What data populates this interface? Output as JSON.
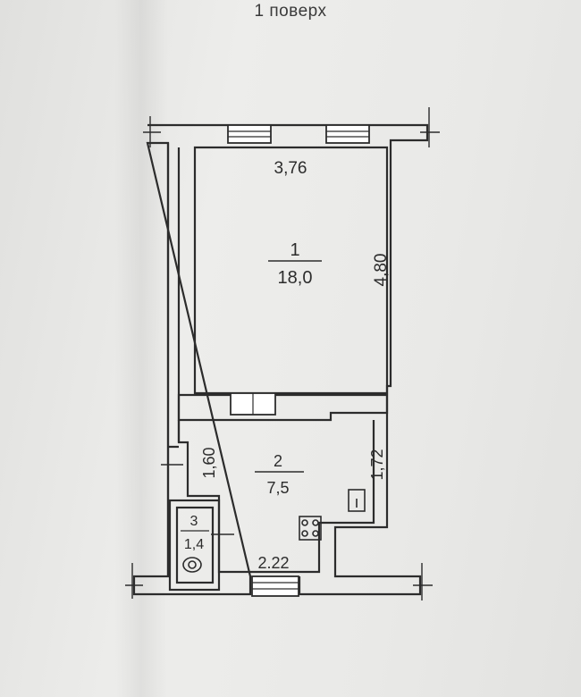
{
  "header": {
    "floor_label": "1 поверх"
  },
  "rooms": [
    {
      "number": "1",
      "area": "18,0"
    },
    {
      "number": "2",
      "area": "7,5"
    },
    {
      "number": "3",
      "area": "1,4"
    }
  ],
  "dimensions": {
    "room1_width": "3,76",
    "room1_length": "4,80",
    "room2_left": "1,60",
    "room2_right": "1,72",
    "room2_bottom": "2.22"
  },
  "colors": {
    "ink": "#2c2c2c",
    "paper": "#e9e9e7"
  }
}
